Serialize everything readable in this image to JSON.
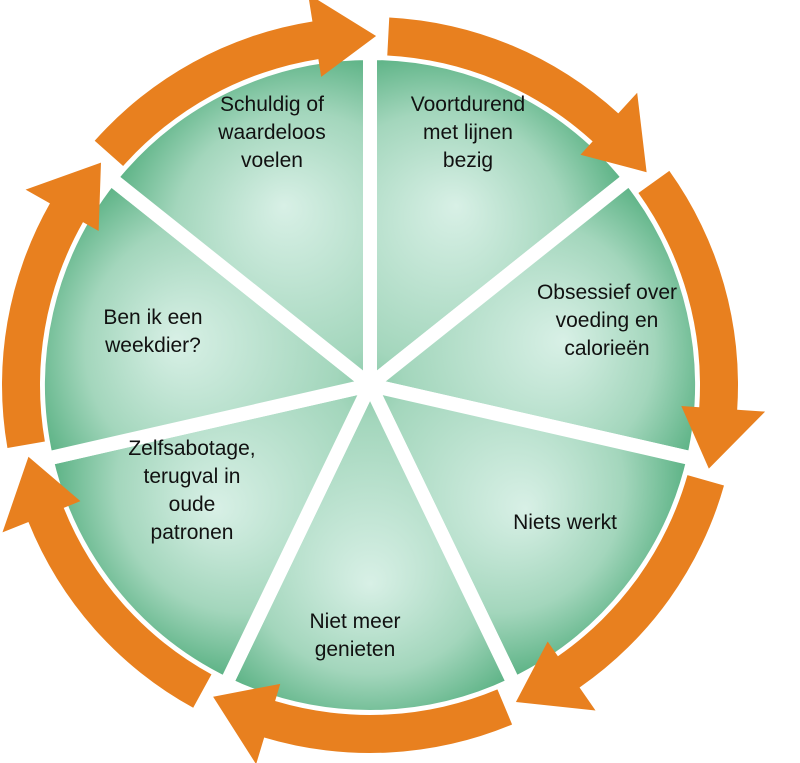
{
  "diagram": {
    "type": "cycle",
    "direction": "clockwise",
    "colors": {
      "arrow": "#E8801F",
      "wedge_light": "#D3EDE2",
      "wedge_dark": "#1F9456"
    },
    "segments": [
      {
        "lines": [
          "Voortdurend",
          "met lijnen",
          "bezig"
        ]
      },
      {
        "lines": [
          "Obsessief over",
          "voeding en",
          "calorieën"
        ]
      },
      {
        "lines": [
          "Niets werkt"
        ]
      },
      {
        "lines": [
          "Niet meer",
          "genieten"
        ]
      },
      {
        "lines": [
          "Zelfsabotage,",
          "terugval in",
          "oude",
          "patronen"
        ]
      },
      {
        "lines": [
          "Ben ik een",
          "weekdier?"
        ]
      },
      {
        "lines": [
          "Schuldig of",
          "waardeloos",
          "voelen"
        ]
      }
    ]
  }
}
